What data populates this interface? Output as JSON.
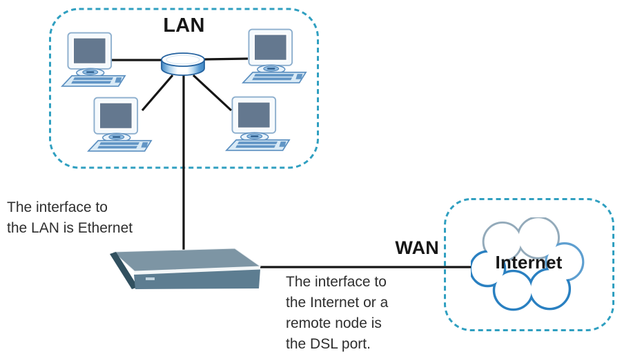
{
  "labels": {
    "lan": "LAN",
    "wan": "WAN",
    "internet": "Internet"
  },
  "notes": {
    "lan_interface": {
      "line1": "The interface to",
      "line2": "the LAN is Ethernet"
    },
    "dsl_interface": {
      "line1": "The interface to",
      "line2": "the Internet or a",
      "line3": "remote node is",
      "line4": "the DSL port."
    }
  },
  "icons": {
    "computer": "desktop-computer-icon",
    "hub": "network-hub-icon",
    "router": "dsl-router-icon",
    "cloud": "internet-cloud-icon"
  },
  "colors": {
    "dashed_border": "#2f9fc0",
    "connector_line": "#161616",
    "label_text": "#161616",
    "note_text": "#2e2e2e",
    "monitor_screen": "#64788f",
    "keyboard_fill": "#d9eaf6",
    "device_top": "#7d95a4",
    "device_front": "#5d7d91",
    "device_side": "#31505f",
    "cloud_stroke_blue": "#2a80c1",
    "cloud_stroke_gray": "#93aaba"
  }
}
